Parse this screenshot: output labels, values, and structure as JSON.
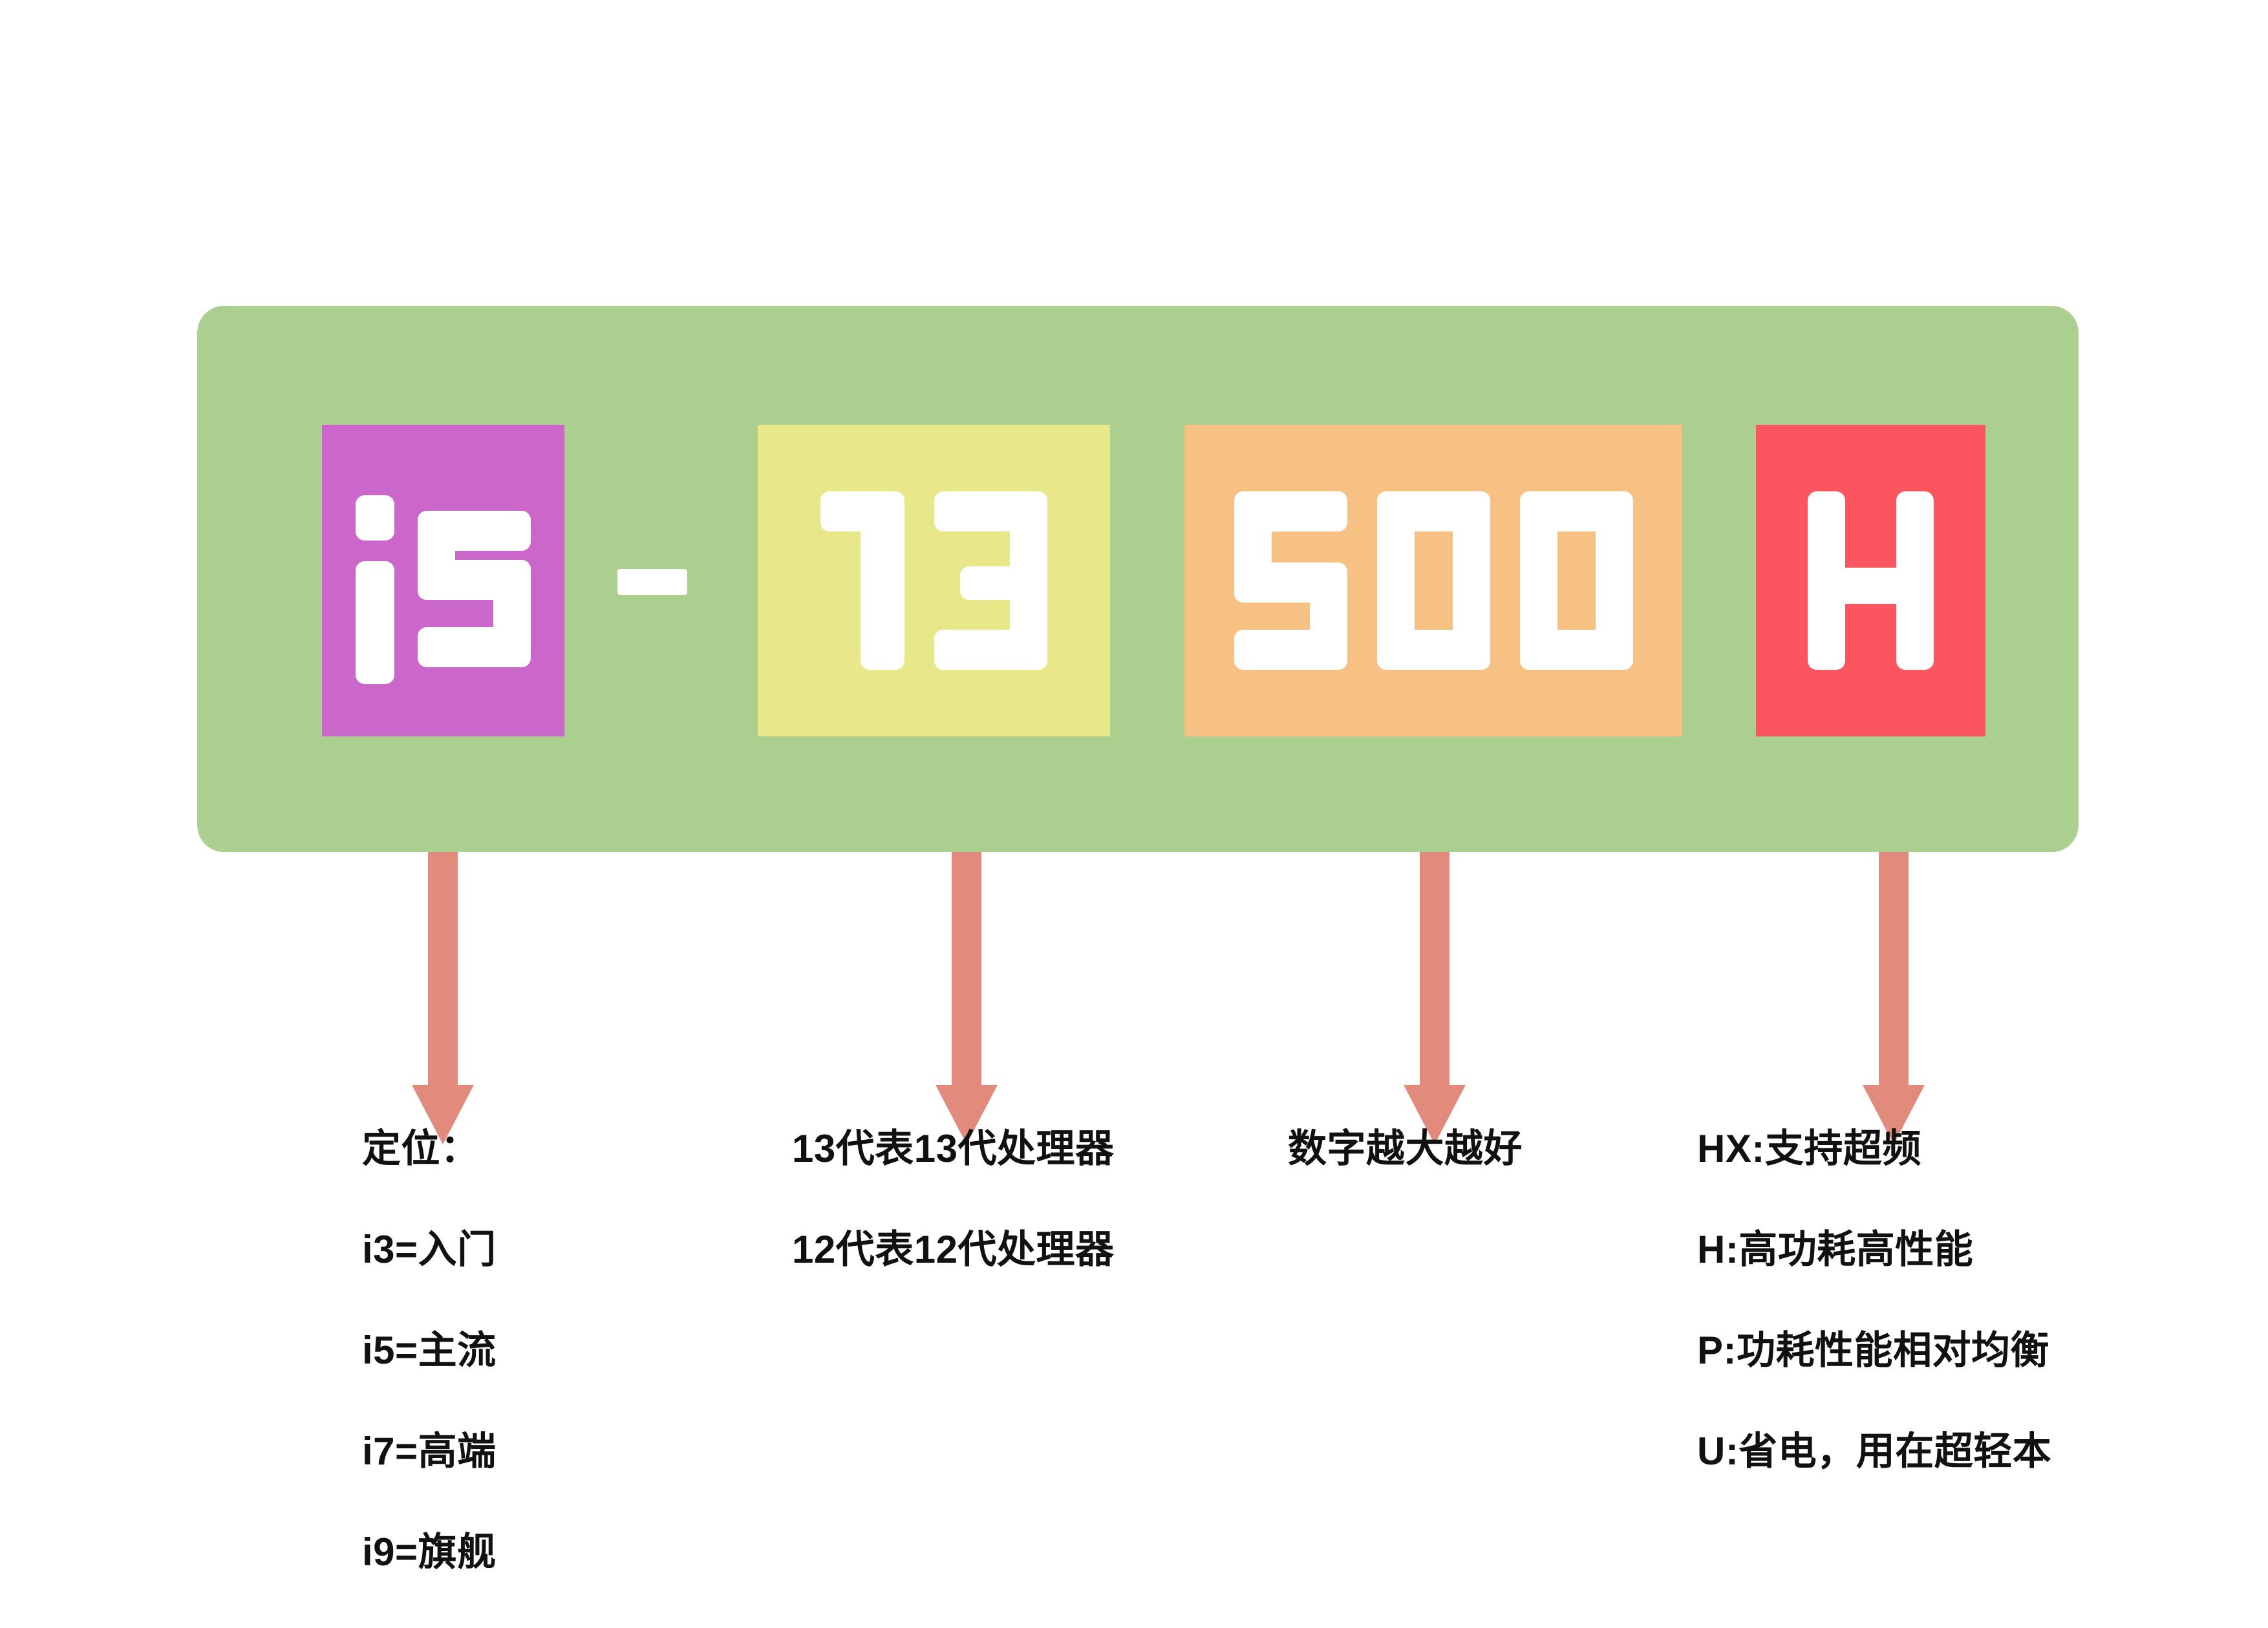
{
  "diagram": {
    "title_parts": {
      "brand_tier": "i5",
      "separator": "-",
      "generation": "13",
      "sku": "500",
      "suffix": "H"
    },
    "full_model_string": "i5-13500H"
  },
  "colors": {
    "banner_green": "#aacf8e",
    "tier_purple": "#cb66cb",
    "generation_yellow": "#e8e88a",
    "sku_orange": "#f7c184",
    "suffix_red": "#fb5560",
    "arrow_salmon": "#e28a7c",
    "glyph_white": "#ffffff",
    "caption_black": "#111111",
    "page_background": "#ffffff"
  },
  "callouts": [
    {
      "id": "tier",
      "target": "i5",
      "lines": [
        "定位：",
        "i3=入门",
        "i5=主流",
        "i7=高端",
        "i9=旗舰"
      ]
    },
    {
      "id": "generation",
      "target": "13",
      "lines": [
        "13代表13代处理器",
        "12代表12代处理器"
      ]
    },
    {
      "id": "sku",
      "target": "500",
      "lines": [
        "数字越大越好"
      ]
    },
    {
      "id": "suffix",
      "target": "H",
      "lines": [
        "HX:支持超频",
        "H:高功耗高性能",
        "P:功耗性能相对均衡",
        "U:省电，用在超轻本"
      ]
    }
  ]
}
